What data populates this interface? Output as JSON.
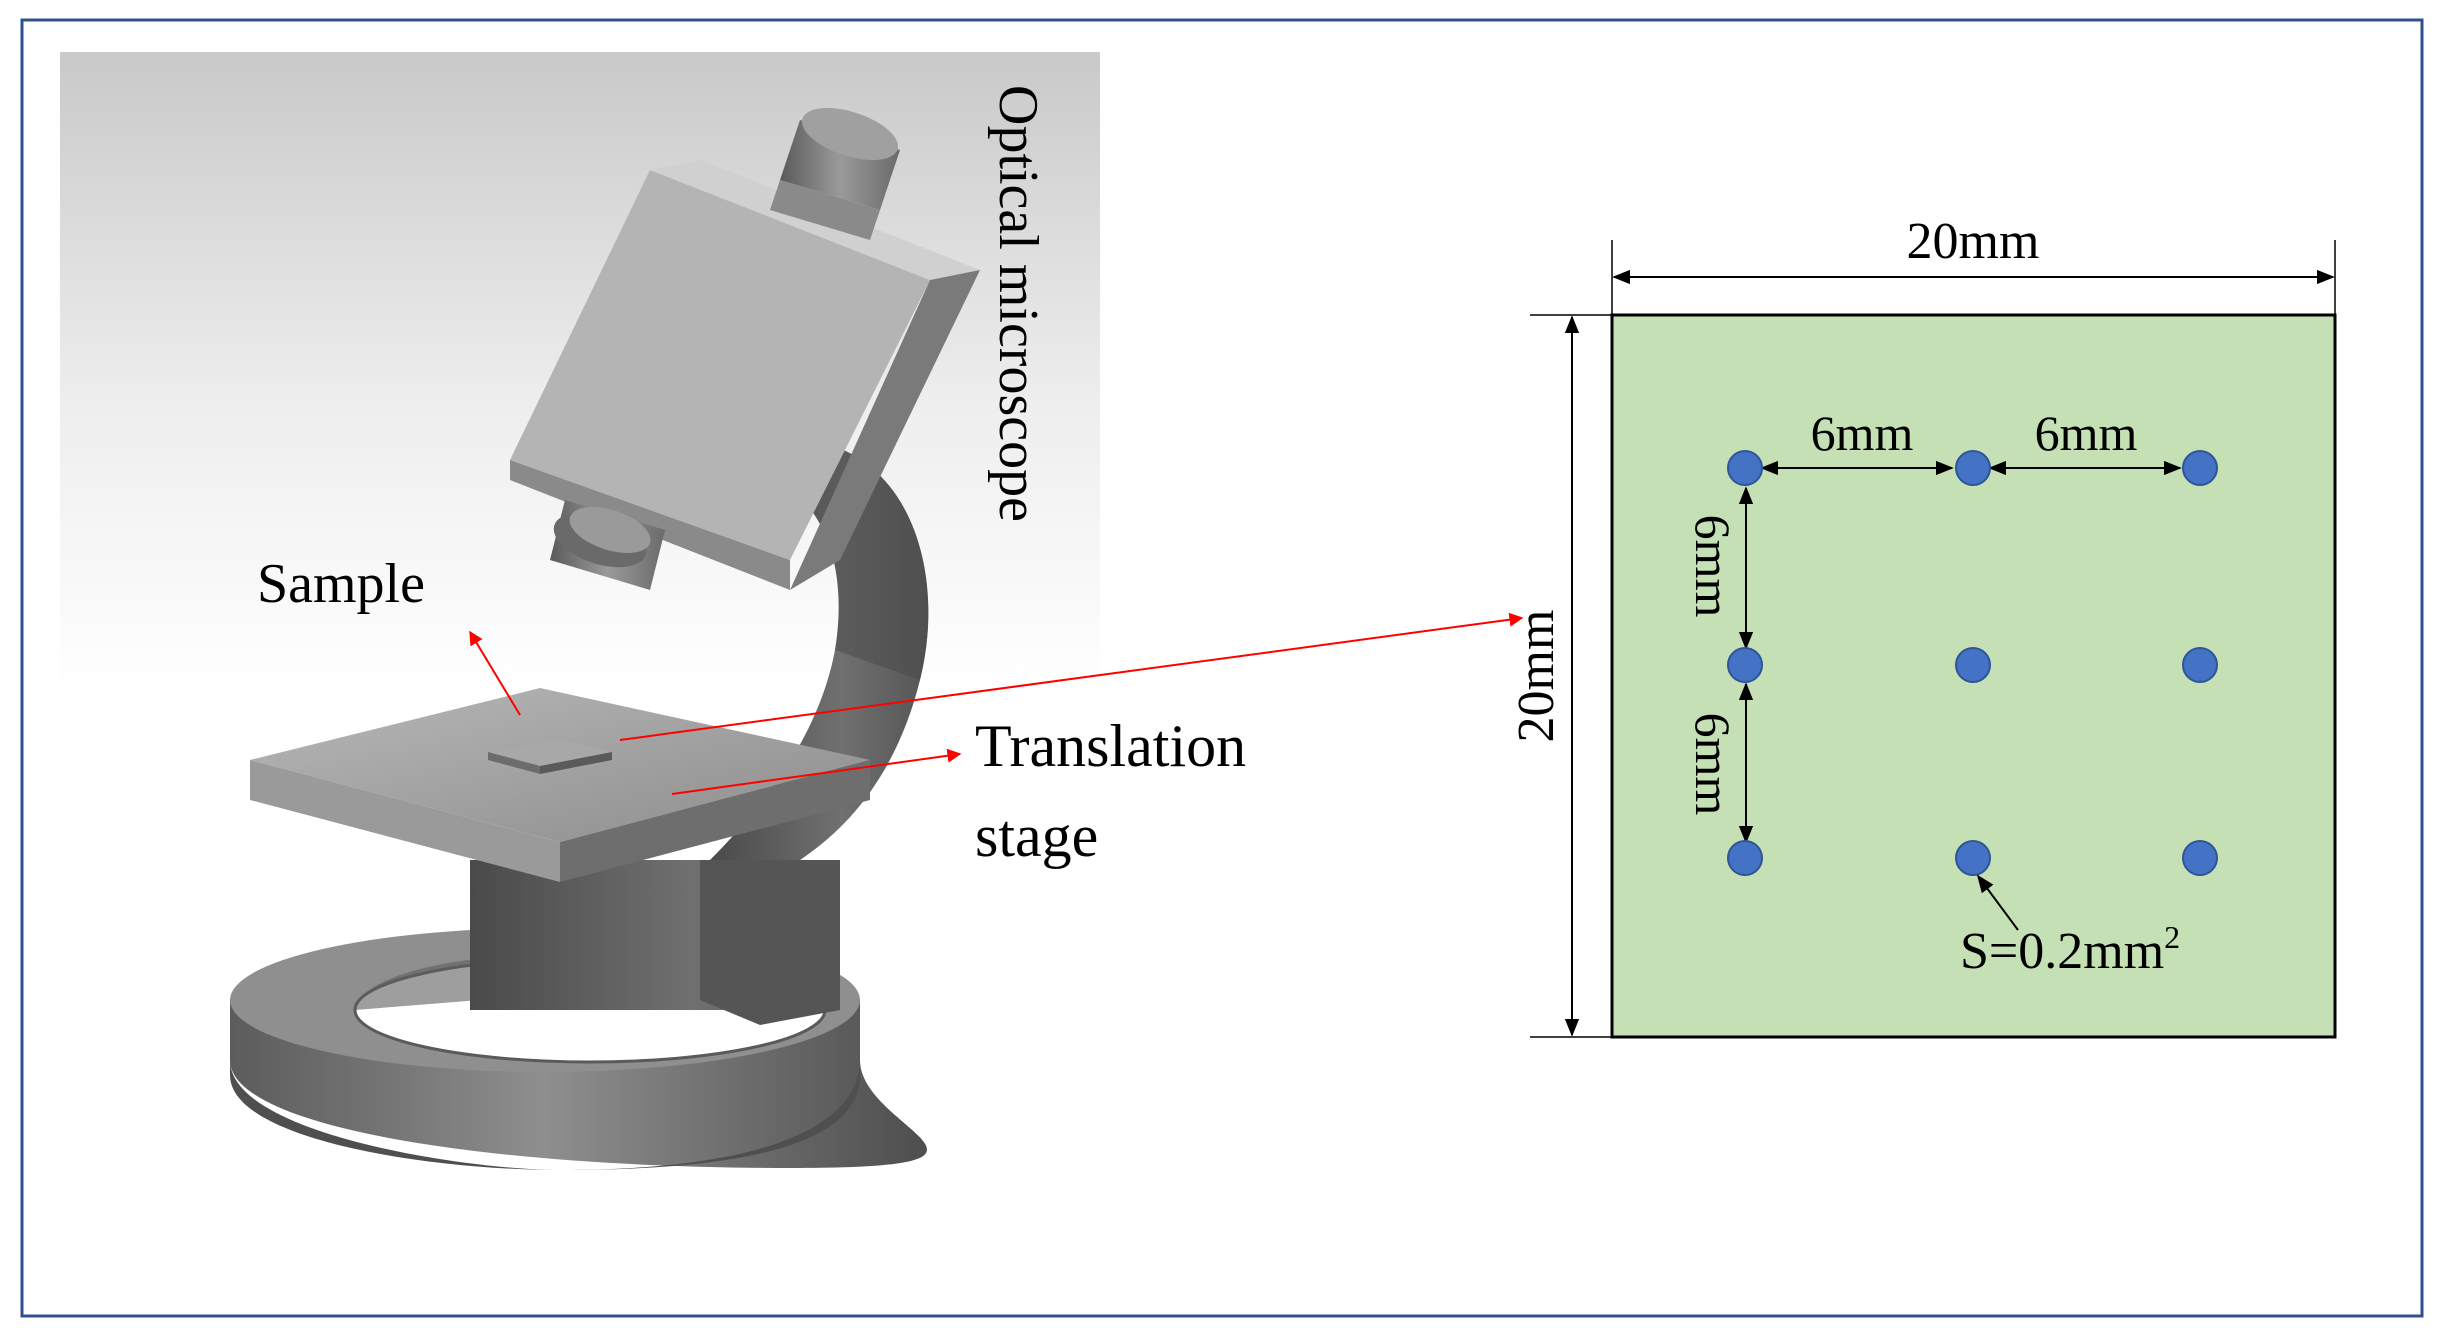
{
  "labels": {
    "microscope": "Optical microscope",
    "sample": "Sample",
    "stage_line1": "Translation",
    "stage_line2": "stage",
    "width_dim": "20mm",
    "height_dim": "20mm",
    "spacing_h1": "6mm",
    "spacing_h2": "6mm",
    "spacing_v1": "6mm",
    "spacing_v2": "6mm",
    "area_prefix": "S=0.2mm",
    "area_sup": "2"
  },
  "sample_map": {
    "grid_rows": 3,
    "grid_cols": 3,
    "points": [
      {
        "row": 1,
        "col": 1
      },
      {
        "row": 1,
        "col": 2
      },
      {
        "row": 1,
        "col": 3
      },
      {
        "row": 2,
        "col": 1
      },
      {
        "row": 2,
        "col": 2
      },
      {
        "row": 2,
        "col": 3
      },
      {
        "row": 3,
        "col": 1
      },
      {
        "row": 3,
        "col": 2
      },
      {
        "row": 3,
        "col": 3
      }
    ]
  },
  "colors": {
    "frame": "#2f4f8f",
    "square_fill": "#c5e0b4",
    "point_fill": "#4472c4",
    "point_stroke": "#2f5597",
    "callout_arrow": "#ff0000",
    "dimension": "#000000",
    "microscope_body": "#7f7f7f",
    "background_haze": "#e4e4e4"
  },
  "icons": {
    "microscope": "microscope-illustration"
  }
}
